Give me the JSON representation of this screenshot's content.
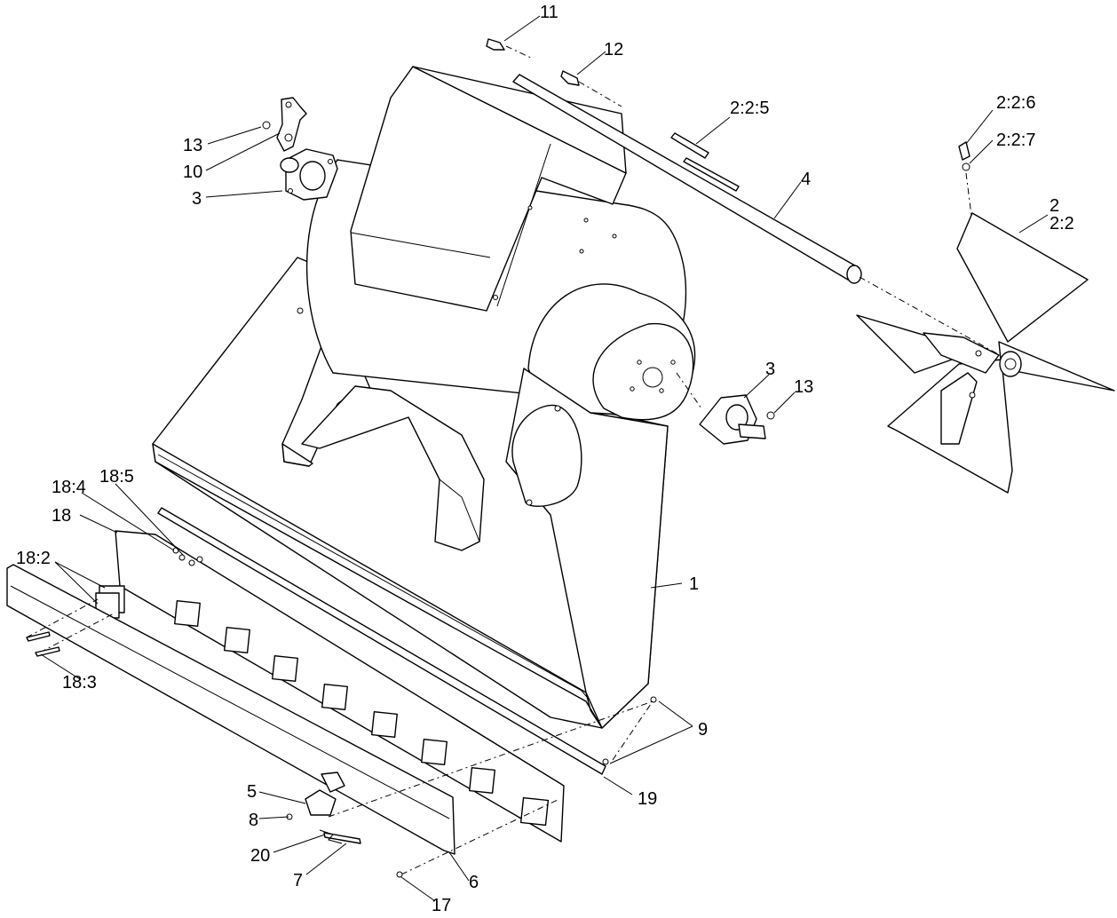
{
  "callouts": {
    "c11": "11",
    "c12": "12",
    "c225": "2:2:5",
    "c226": "2:2:6",
    "c227": "2:2:7",
    "c2": "2",
    "c22": "2:2",
    "c4": "4",
    "c13a": "13",
    "c10": "10",
    "c3a": "3",
    "c3b": "3",
    "c13b": "13",
    "c1": "1",
    "c9": "9",
    "c19": "19",
    "c184": "18:4",
    "c185": "18:5",
    "c18": "18",
    "c182": "18:2",
    "c183": "18:3",
    "c5": "5",
    "c8": "8",
    "c20": "20",
    "c7": "7",
    "c6": "6",
    "c17": "17"
  }
}
